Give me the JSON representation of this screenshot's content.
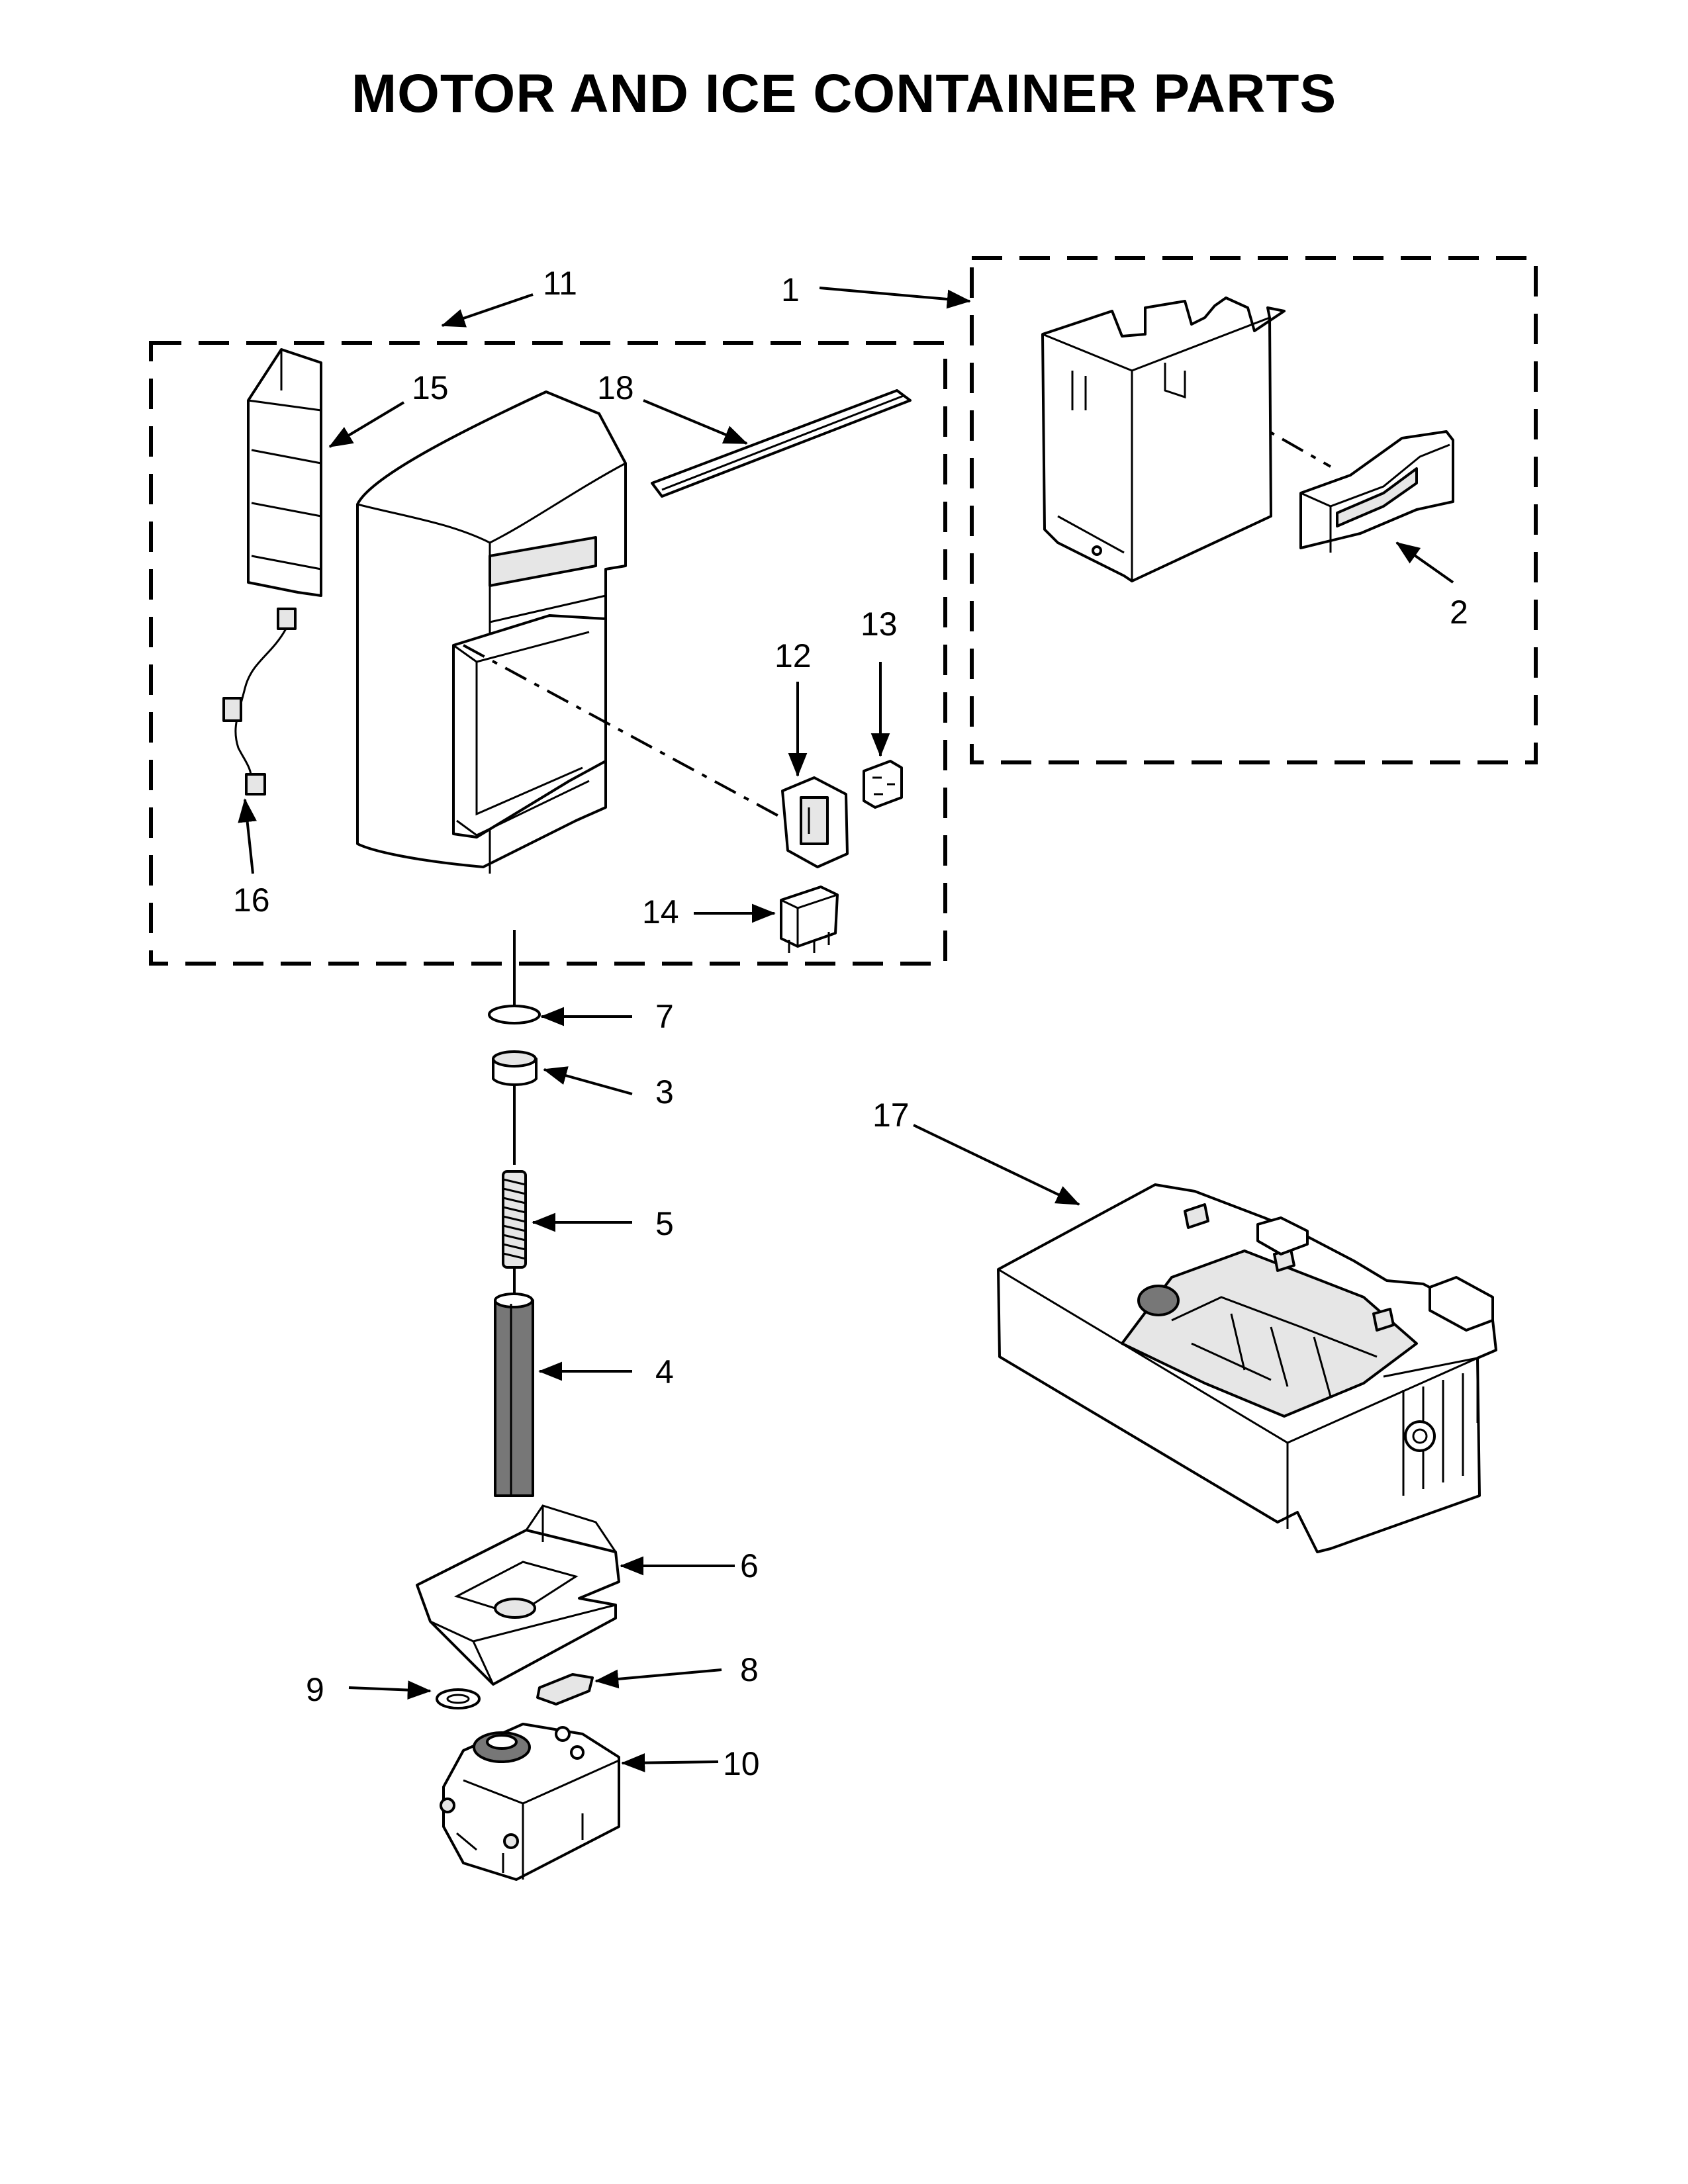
{
  "title": "MOTOR AND ICE CONTAINER PARTS",
  "callouts": {
    "c1": "1",
    "c2": "2",
    "c3": "3",
    "c4": "4",
    "c5": "5",
    "c6": "6",
    "c7": "7",
    "c8": "8",
    "c9": "9",
    "c10": "10",
    "c11": "11",
    "c12": "12",
    "c13": "13",
    "c14": "14",
    "c15": "15",
    "c16": "16",
    "c17": "17",
    "c18": "18"
  }
}
